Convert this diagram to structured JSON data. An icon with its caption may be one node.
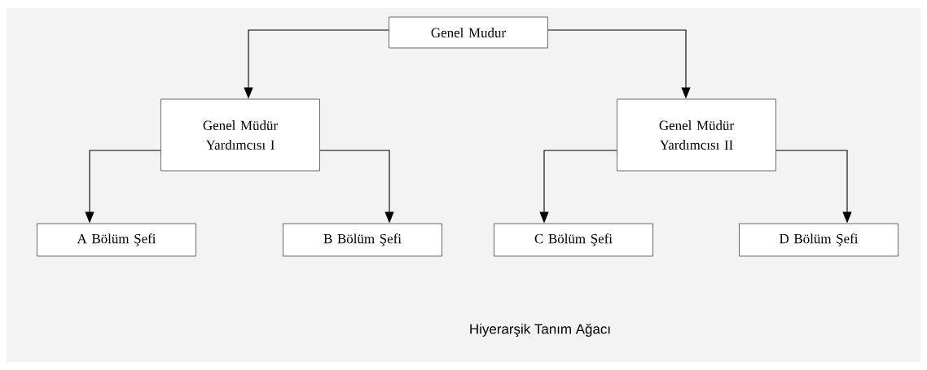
{
  "diagram": {
    "caption": "Hiyerarşik Tanım Ağacı",
    "nodes": [
      {
        "text": [
          "Genel Mudur"
        ]
      },
      {
        "text": [
          "Genel Müdür Yardımcısı I"
        ]
      },
      {
        "text": [
          "Genel Müdür Yardımcısı II"
        ]
      },
      {
        "text": [
          "A Bölüm Şefi"
        ]
      },
      {
        "text": [
          "B Bölüm Şefi"
        ]
      },
      {
        "text": [
          "C Bölüm Şefi"
        ]
      },
      {
        "text": [
          "D Bölüm Şefi"
        ]
      }
    ],
    "edges": [
      {
        "from": 0,
        "to": 1,
        "arrow": "to"
      },
      {
        "from": 0,
        "to": 2,
        "arrow": "to"
      },
      {
        "from": 1,
        "to": 3,
        "arrow": "to"
      },
      {
        "from": 1,
        "to": 4,
        "arrow": "to"
      },
      {
        "from": 2,
        "to": 5,
        "arrow": "to"
      },
      {
        "from": 2,
        "to": 6,
        "arrow": "to"
      }
    ]
  }
}
